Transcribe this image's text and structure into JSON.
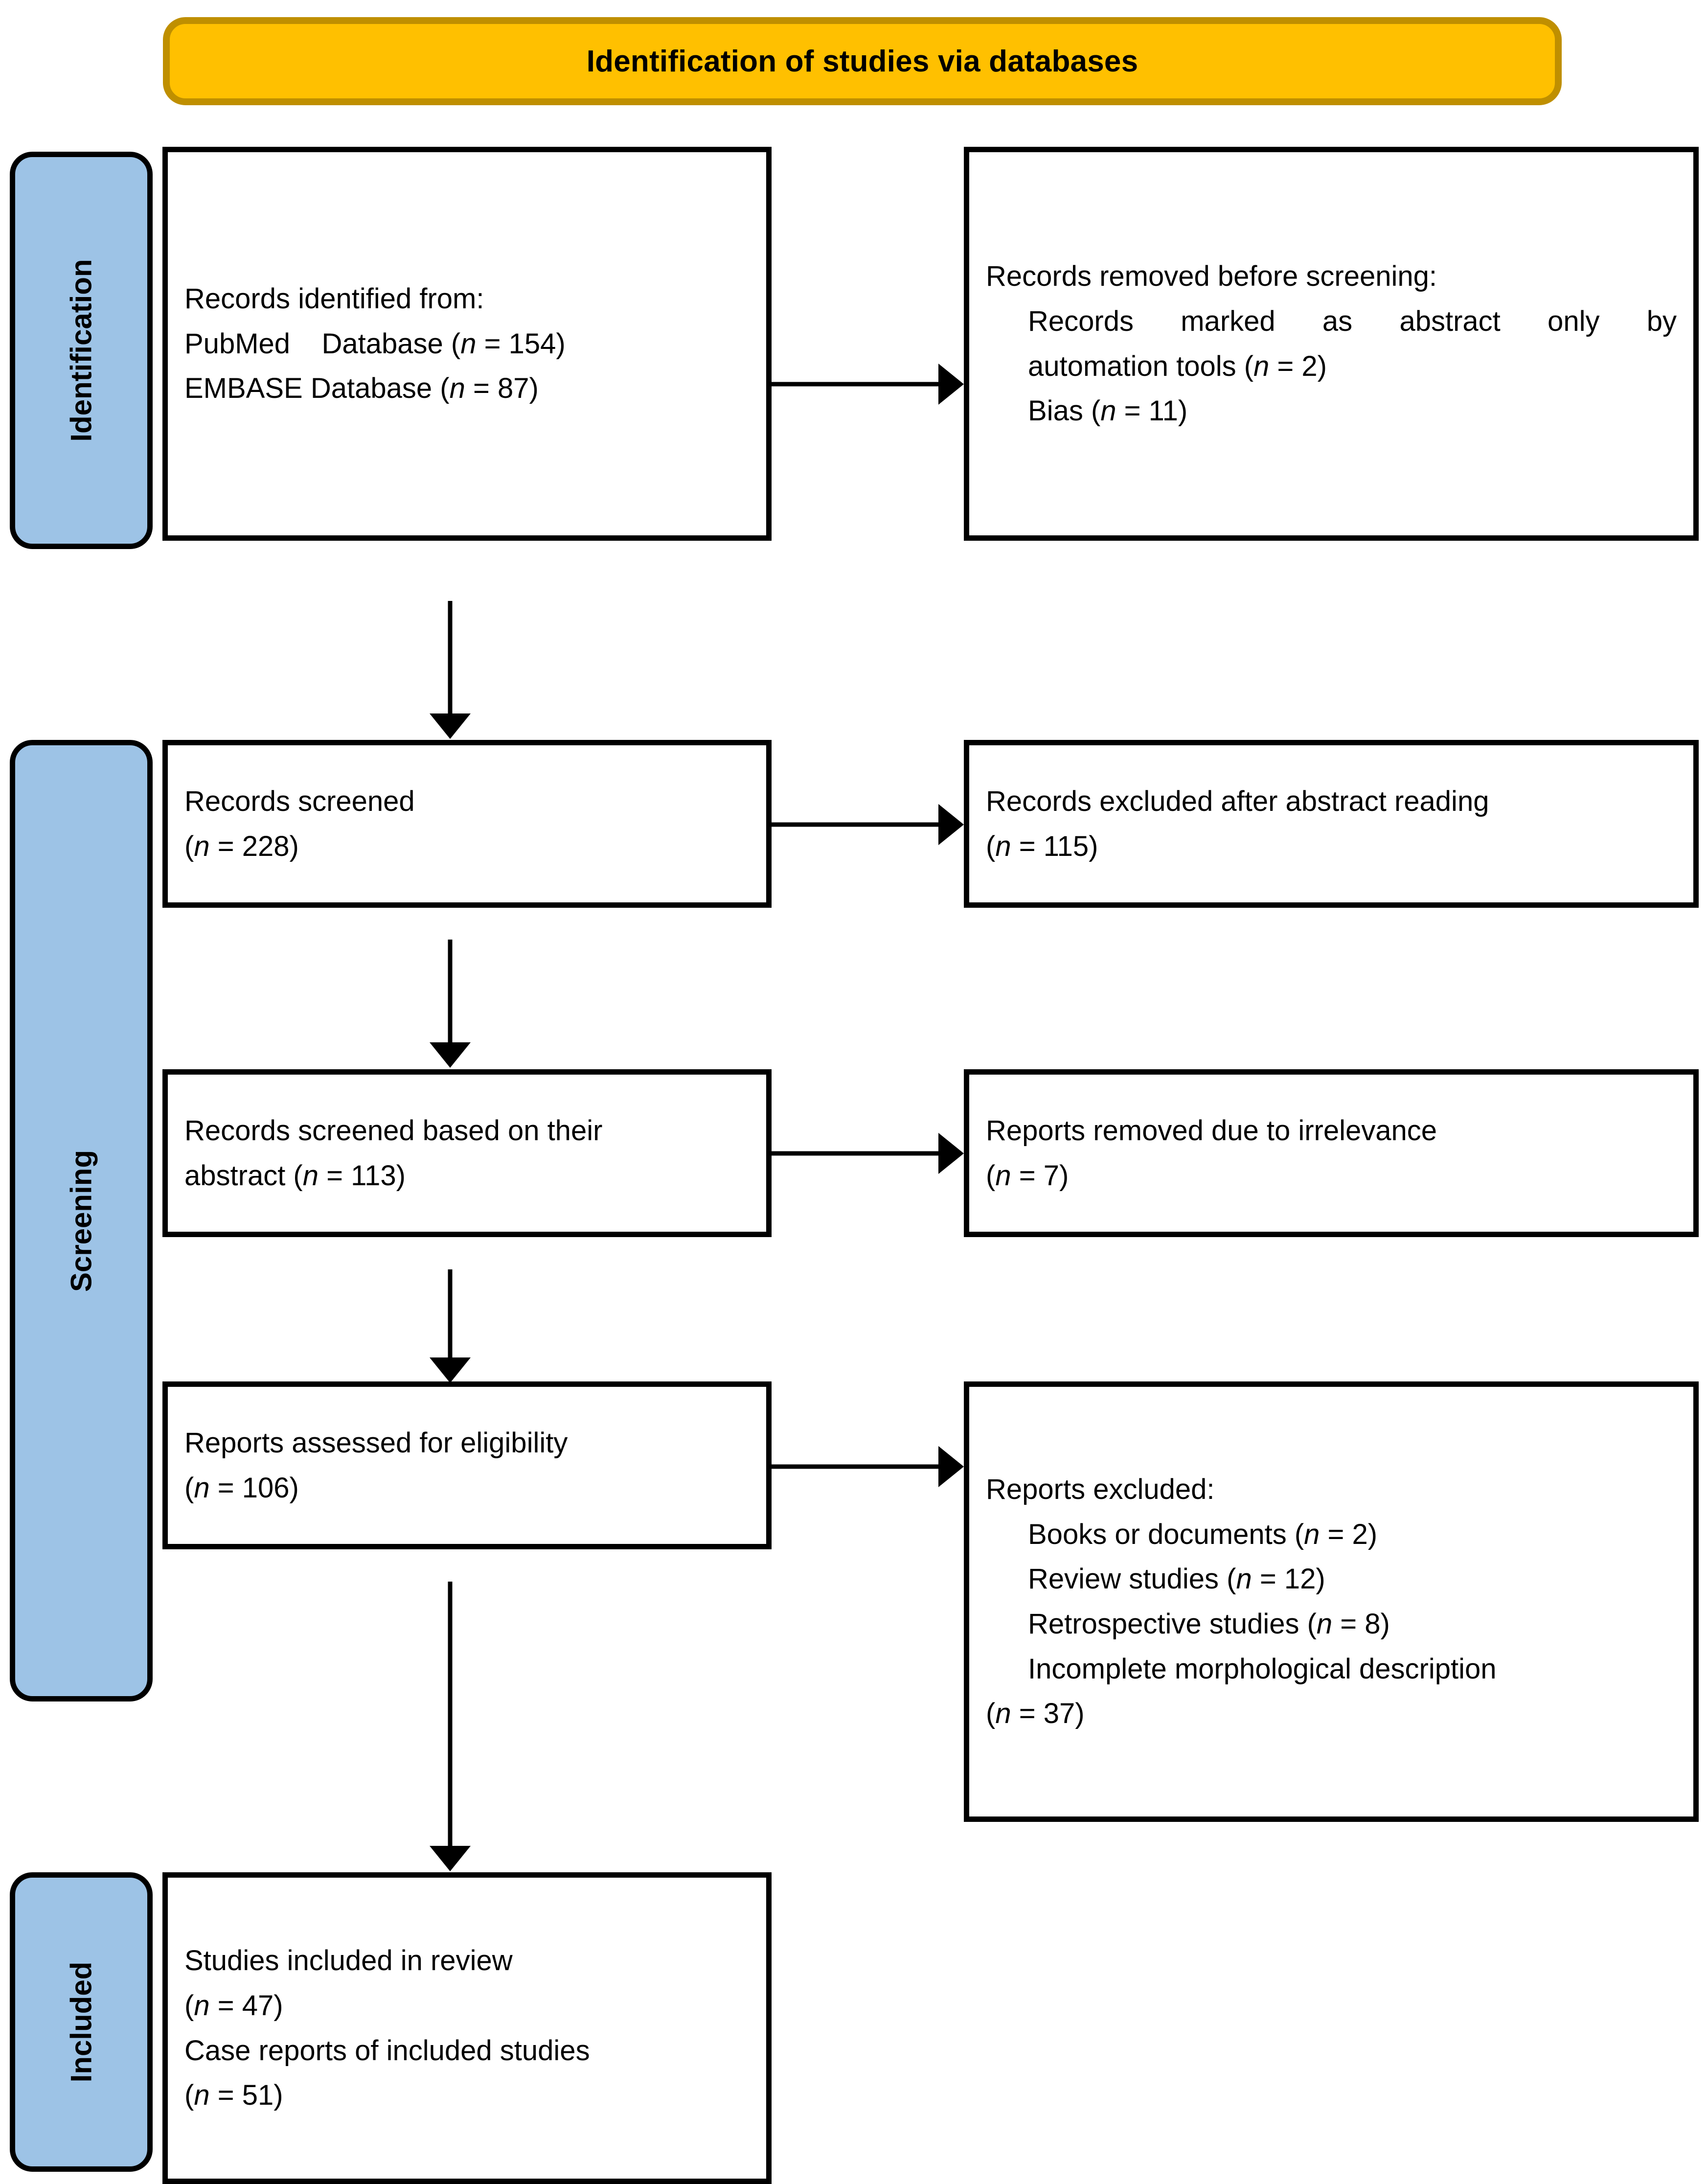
{
  "banner": {
    "title": "Identification of studies via databases",
    "fill": "#FFC000",
    "border": "#BF8F00"
  },
  "stages": [
    {
      "key": "identification",
      "label": "Identification",
      "fill": "#9DC3E6"
    },
    {
      "key": "screening",
      "label": "Screening",
      "fill": "#9DC3E6"
    },
    {
      "key": "included",
      "label": "Included",
      "fill": "#9DC3E6"
    }
  ],
  "boxes": {
    "identified": {
      "name": "Records identified from",
      "lines": [
        "Records identified from:",
        "PubMed    Database (n = 154)",
        "EMBASE Database (n = 87)"
      ]
    },
    "removed_before_screening": {
      "name": "Records removed before screening",
      "lines": [
        "Records removed before screening:",
        "Records marked as abstract only by",
        "automation tools (n = 2)",
        "Bias (n = 11)"
      ]
    },
    "records_screened": {
      "name": "Records screened",
      "lines": [
        "Records screened",
        "(n = 228)"
      ]
    },
    "excluded_after_abstract": {
      "name": "Records excluded after abstract reading",
      "lines": [
        "Records excluded after abstract reading",
        "(n = 115)"
      ]
    },
    "screened_on_abstract": {
      "name": "Records screened based on their abstract",
      "lines": [
        "Records screened based on their",
        "abstract (n = 113)"
      ]
    },
    "removed_irrelevance": {
      "name": "Reports removed due to irrelevance",
      "lines": [
        "Reports removed due to irrelevance",
        "(n = 7)"
      ]
    },
    "assessed_eligibility": {
      "name": "Reports assessed for eligibility",
      "lines": [
        "Reports assessed for eligibility",
        "(n = 106)"
      ]
    },
    "reports_excluded": {
      "name": "Reports excluded",
      "lines": [
        "Reports excluded:",
        "Books or documents (n = 2)",
        "Review studies (n = 12)",
        "Retrospective studies (n = 8)",
        "Incomplete morphological description",
        "(n = 37)"
      ]
    },
    "studies_included": {
      "name": "Studies included in review",
      "lines": [
        "Studies included in review",
        "(n = 47)",
        "Case reports of included studies",
        "(n = 51)"
      ]
    }
  },
  "flow_counts": {
    "pubmed": 154,
    "embase": 87,
    "abstract_only_automation": 2,
    "bias": 11,
    "records_screened": 228,
    "excluded_after_abstract": 115,
    "screened_on_abstract": 113,
    "removed_irrelevance": 7,
    "assessed_eligibility": 106,
    "excluded_books_documents": 2,
    "excluded_review_studies": 12,
    "excluded_retrospective": 8,
    "excluded_incomplete_morphology": 37,
    "studies_included": 47,
    "case_reports_included": 51
  },
  "colors": {
    "box_border": "#000000",
    "box_fill": "#FFFFFF",
    "stage_fill": "#9DC3E6",
    "banner_fill": "#FFC000",
    "banner_border": "#BF8F00",
    "arrow": "#000000"
  }
}
